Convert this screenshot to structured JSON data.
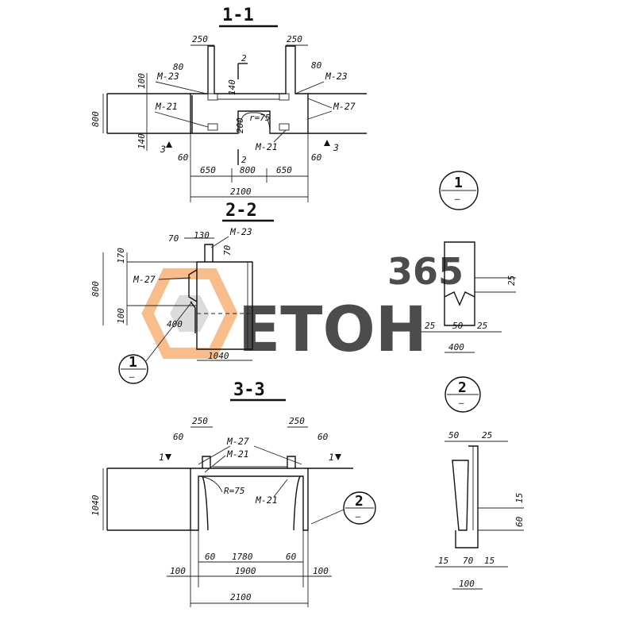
{
  "watermark": {
    "number": "365",
    "name": "ЕТОН",
    "color_orange": "#f7a765",
    "color_grey": "#cfcfcf"
  },
  "section_1_1": {
    "title": "1-1",
    "dims": {
      "top_left": "250",
      "top_right": "250",
      "d80_left": "80",
      "d80_right": "80",
      "d100": "100",
      "height": "800",
      "d140": "140",
      "d140b": "140",
      "d60_left": "60",
      "d60_right": "60",
      "slot_h": "200",
      "slot_w": "r=75",
      "bottom_left": "650",
      "bottom_mid": "800",
      "bottom_right": "650",
      "total": "2100"
    },
    "labels": {
      "m23_left": "М-23",
      "m23_right": "М-23",
      "m21_left": "М-21",
      "m21_bottom": "М-21",
      "m27": "М-27"
    },
    "cut_2": "2",
    "cut_3": "3"
  },
  "section_2_2": {
    "title": "2-2",
    "dims": {
      "d70": "70",
      "d130": "130",
      "d70b": "70",
      "d170": "170",
      "height": "800",
      "d100": "100",
      "d400": "400",
      "d1040": "1040"
    },
    "labels": {
      "m23": "М-23",
      "m27": "М-27"
    },
    "callout": {
      "num": "1",
      "den": "–"
    }
  },
  "section_3_3": {
    "title": "3-3",
    "dims": {
      "top_left": "250",
      "top_right": "250",
      "d60_left": "60",
      "d60_right": "60",
      "height": "1040",
      "radius": "R=75",
      "in_60_left": "60",
      "in_mid": "1780",
      "in_60_right": "60",
      "d100_left": "100",
      "mid": "1900",
      "d100_right": "100",
      "total": "2100"
    },
    "labels": {
      "m27": "М-27",
      "m21_top": "М-21",
      "m21_right": "М-21"
    },
    "cut_1": "1",
    "callout": {
      "num": "2",
      "den": "–"
    }
  },
  "detail_1": {
    "marker": {
      "num": "1",
      "den": "–"
    },
    "dims": {
      "d25_right": "25",
      "d25_left": "25",
      "d50": "50",
      "d25_mid": "25",
      "d400": "400"
    }
  },
  "detail_2": {
    "marker": {
      "num": "2",
      "den": "–"
    },
    "dims": {
      "d50": "50",
      "d25": "25",
      "d15_side": "15",
      "d60": "60",
      "d15_left": "15",
      "d70": "70",
      "d15_right": "15",
      "d100": "100"
    }
  }
}
